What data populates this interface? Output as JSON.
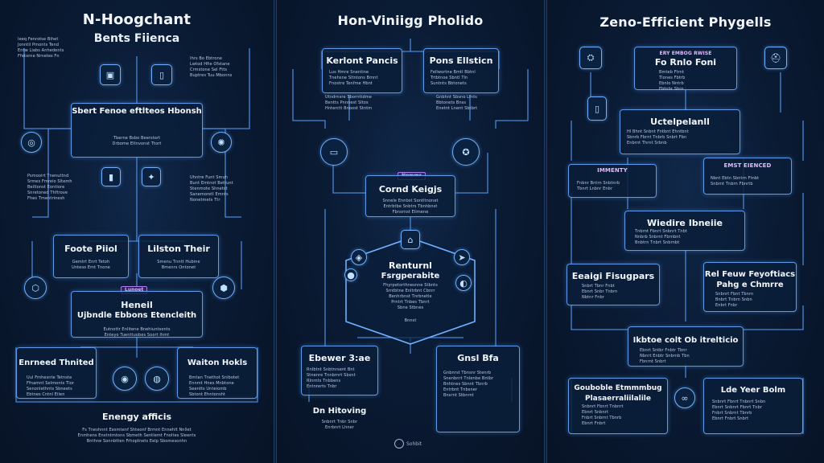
{
  "panel1": {
    "title": "N-Hoogchant",
    "subtitle": "Bents Fiienca",
    "left_top_text": "Ieeq Fenrotse Bihet\nJonntil Pmonts Tend\nEntw Liabs Anhedents\nFfetorne Nrnetes Fn",
    "right_top_text": "Ihrs Bo Ebtrone\nLwtod Hfie Ofstane\nCrmstone Sel Ftts\nBuptres Tuu Mbonns",
    "center_box_head": "Sbert Fenoe eftlteos Hbonsh",
    "center_box_text": "Tberne Bsbo Beerstort\nDrbome Eltnvonst Ttort",
    "left_mid_text": "Psmooirt Tnenuttnd\nSrmes Fmreio Sltemh\nBeiltonst Eontiore\nSnretoned Thftrove\nFhes Tmentrinesh",
    "right_mid_text": "Uhntre Funt Smuh\nBunt Emtnot Bettunt\nStenmote Shnetst\nSanemoretl Emnts\nNonetmets Ttr",
    "box_left_label": "Foote Piiol",
    "box_left_text": "Gemtrt Enrt Tetoh\nUnteso Emt Tnone",
    "box_right_label": "Lilston Their",
    "box_right_text": "Smenu Tnntt Hubine\nBmenrs Ontonet",
    "mid_tag": "Lunoet",
    "main_box_head1": "Heneil",
    "main_box_head2": "Ujbndle Ebbons Etencleith",
    "main_box_text": "Eutnottr Enlitene Bnehiuntsonts\nEnteyo Tuenttuobes Soort Ihmt",
    "bottom_left_label": "Enrneed Thnited",
    "bottom_left_text": "Uul Frnhesnte Tetnste\nFfnamnt Selmonts Tlor\nSenonlethnts Sbneets\nEbtnes Cntnl Eilen",
    "bottom_right_label": "Waiton Hokls",
    "bottom_right_text": "Bmtan Tnethot Snibotet\nEnnmt Hnes Mnbtone\nSeentts Unteiomb\nSbtont Ehntonsht",
    "footer_label": "Enengy afficis",
    "footer_text": "Fs Tneshnnt Eesmtenf Shteonf Brmnt Ennehlt Nnllet\nEnmhens Enstntmtons Sbmeth Sentlemt Fnoltes Sleents\nBnthne Sonnbtten Frhoptnets Eelp Sbomesonhn"
  },
  "panel2": {
    "title": "Hon-Viniigg Pholido",
    "box_tl_head": "Kerlont Pancis",
    "box_tl_text": "Lus Hmre Snentine\nTnehsne Sltntons Bmnt\nFnostre Tenfme Hbnt",
    "box_tr_head": "Pons Ellsticn",
    "box_tr_text": "Fellwortne Bmtl Bbtnl\nTrtbtnoe Sbntl Tln\nSuntnts Bbtonets",
    "list_left": "Utndrnsre Sbornttdme\nBentts Pnnnest Sltos\nHnterctt Bnoost Stntm",
    "list_right": "Gnbhnt Sbsno Lfnts\nBbtonets Bnss\nEnetnt Lnent Sbtbrt",
    "center_head": "Cornd Keigjs",
    "center_text": "Snnele Ennbst Sontltnonet\nEntrbtbe Snbtrs Tbnhbnst\nFbnsrnst Elimene",
    "mid_tag": "Nnmmr",
    "hex_head1": "Renturnl",
    "hex_head2": "Fsrgperabite",
    "hex_text": "Fhyrpetorthnesnne Stbnts\nSrntbtne Enltrbnt Cbnrr\nBenhrbnst Tnrbnetle\nPrntrt Tnbes Tbnrt\nSbne Stbnes",
    "hex_bottom": "Bnnst",
    "left_box_head": "Ebewer 3:ae",
    "left_box_text": "Rnlbtnt Snbtnrsent Bnt\nStnenre Tnnbrnrt Sbsnt\nRlnrnts Tnbbens\nEntnrerts Tnbr",
    "right_box_head": "Gnsl Bfa",
    "right_box_text": "Gnbnrst Tbnsnr Stenrb\nSnenbnrt Tnlenbe Bntbr\nBnhtnes Sbnnt Tbnrb\nEntrbnt Tnbsner\nBnsrnt Stbnrnt",
    "left_bottom_label": "Dn Hitoving",
    "left_bottom_text": "Snbnrt Tnbr Snbr\nEnrbnrt Lhner",
    "footer_logo": "Sohbit"
  },
  "panel3": {
    "title": "Zeno-Efficient Phygells",
    "top_tag": "ERY EMBOG RWISE",
    "top_head": "Fo Rnlo Foni",
    "top_text": "Bmteb Ftrnt\nTlones Fbtrb\nEbnlo Nntrb\nFbtnbr Sbrn",
    "box_a_head": "Uctelpelanll",
    "box_a_text": "Hl Bhnt Snbnt Fntbnt Ehntbnt\nSbnrb Fbrnt Tnbrb Snbrt Fbn\nEnbrnt Thrnt Srbnb",
    "box_b_tag": "IMMENTY",
    "box_b_text": "Fnbnr Bntrn Snbtnrb\nTbnrt Lnbnr Enbr",
    "box_c_tag": "EMST EIENCED",
    "box_c_text": "Nbnt Ebtn Sbntrn Ftnbt\nSnbrnt Tnbrn Fbnrtb",
    "box_d_head": "Wiedire Ibneiie",
    "box_d_text": "Tnbrnt Fbnrt Snbnrt Tnbt\nNnbrb Snbrnt Fbrnbnt\nBnbtrn Tnbrt Snbrnbt",
    "box_e_head": "Eeaigi Fisugpars",
    "box_e_text": "Snbrt Tbnr Fnbt\nEbnrt Snbr Tnbrn\nNbtnr Fnbr",
    "box_f_head1": "Rel Feuw Feyoftiacs",
    "box_f_head2": "Pahg e Chmrre",
    "box_f_text": "Snbnrt Fbnt Tbnrn\nBnbrt Tnbrn Snbn\nEnbrt Fnbr",
    "box_g_head": "Ikbtoe colt Ob itrelticio",
    "box_g_text": "Ebnrt Sntbr Fnbtr Tbnr\nNbnrt Enbtr Snbrnb Tbn\nFbnrnt Snbrt",
    "box_h_head1": "Gouboble Etmmmbug",
    "box_h_head2": "Plasaerraliilalile",
    "box_h_text": "Snbnrt Fbnrt Tnbnrt\nEbnrt Snbnrt\nFnbrt Snbrnt Tbnrb\nEbnrt Fnbrt",
    "box_i_head": "Lde Yeer Bolm",
    "box_i_text": "Snbnrt Fbnrt Tnbnrt Snbn\nEbnrt Snbnrt Fbnrt Tnbr\nFnbrt Snbrnt Tbnrb\nEbnrt Fnbrt Snbrt"
  }
}
